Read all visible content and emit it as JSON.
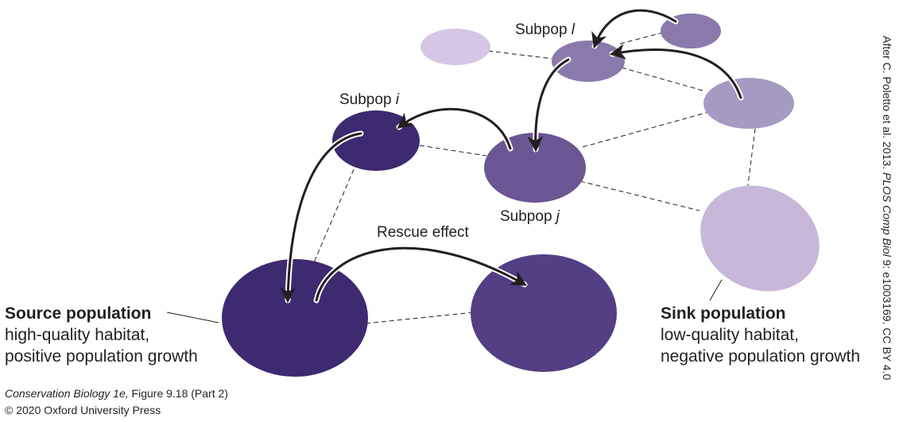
{
  "labels": {
    "subpop_l": "Subpop",
    "subpop_l_var": "l",
    "subpop_i": "Subpop",
    "subpop_i_var": "i",
    "subpop_j": "Subpop",
    "subpop_j_var": "j",
    "rescue": "Rescue effect"
  },
  "source": {
    "title": "Source population",
    "line1": "high-quality habitat,",
    "line2": "positive population growth"
  },
  "sink": {
    "title": "Sink population",
    "line1": "low-quality habitat,",
    "line2": "negative population growth"
  },
  "caption": {
    "book": "Conservation Biology 1e,",
    "figure": " Figure 9.18 (Part 2)",
    "copyright": "© 2020 Oxford University Press"
  },
  "credit": {
    "prefix": "After C. Poletto et al. 2013.",
    "journal": "PLOS Comp Biol",
    "suffix": "9: e1003169. CC BY 4.0"
  },
  "colors": {
    "darkest": "#3d2a70",
    "dark": "#523f84",
    "mid": "#6a5692",
    "medium": "#8a7aac",
    "light": "#a59ac2",
    "lighter": "#c7b8d9",
    "lightest": "#d5c7e3"
  }
}
